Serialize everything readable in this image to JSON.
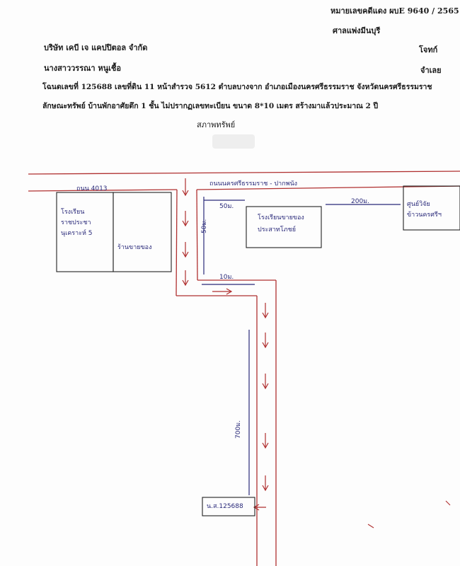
{
  "header": {
    "case_number": "หมายเลขคดีแดง ผบE 9640 / 2565",
    "court": "ศาลแพ่งมีนบุรี"
  },
  "parties": {
    "plaintiff_name": "บริษัท เคบี เจ แคปปิตอล จำกัด",
    "plaintiff_role": "โจทก์",
    "defendant_name": "นางสาววรรณา หนูเชื้อ",
    "defendant_role": "จำเลย"
  },
  "property": {
    "deed_line": "โฉนดเลขที่ 125688  เลขที่ดิน 11  หน้าสำรวจ 5612  ตำบลบางจาก  อำเภอเมืองนครศรีธรรมราช  จังหวัดนครศรีธรรมราช",
    "feature_line": "ลักษณะทรัพย์  บ้านพักอาศัยตึก 1 ชั้น ไม่ปรากฏเลขทะเบียน ขนาด 8*10 เมตร สร้างมาแล้วประมาณ 2 ปี",
    "condition_label": "สภาพทรัพย์"
  },
  "map": {
    "road_left": "ถนน 4013",
    "road_main": "ถนนนครศรีธรรมราช - ปากพนัง",
    "school_line1": "โรงเรียน",
    "school_line2": "ราชประชา",
    "school_line3": "นุเคราะห์ 5",
    "shop_left": "ร้านขายของ",
    "shop_center_line1": "โรงเรียนขายของ",
    "shop_center_line2": "ประสาทโภชย์",
    "center_right_line1": "ศูนย์วิจัย",
    "center_right_line2": "ข้าวนครศรีฯ",
    "dist_50_top": "50ม.",
    "dist_200": "200ม.",
    "dist_50_vert": "50ม.",
    "dist_10": "10ม.",
    "dist_700": "700ม.",
    "deed_box": "น.ส.125688"
  }
}
